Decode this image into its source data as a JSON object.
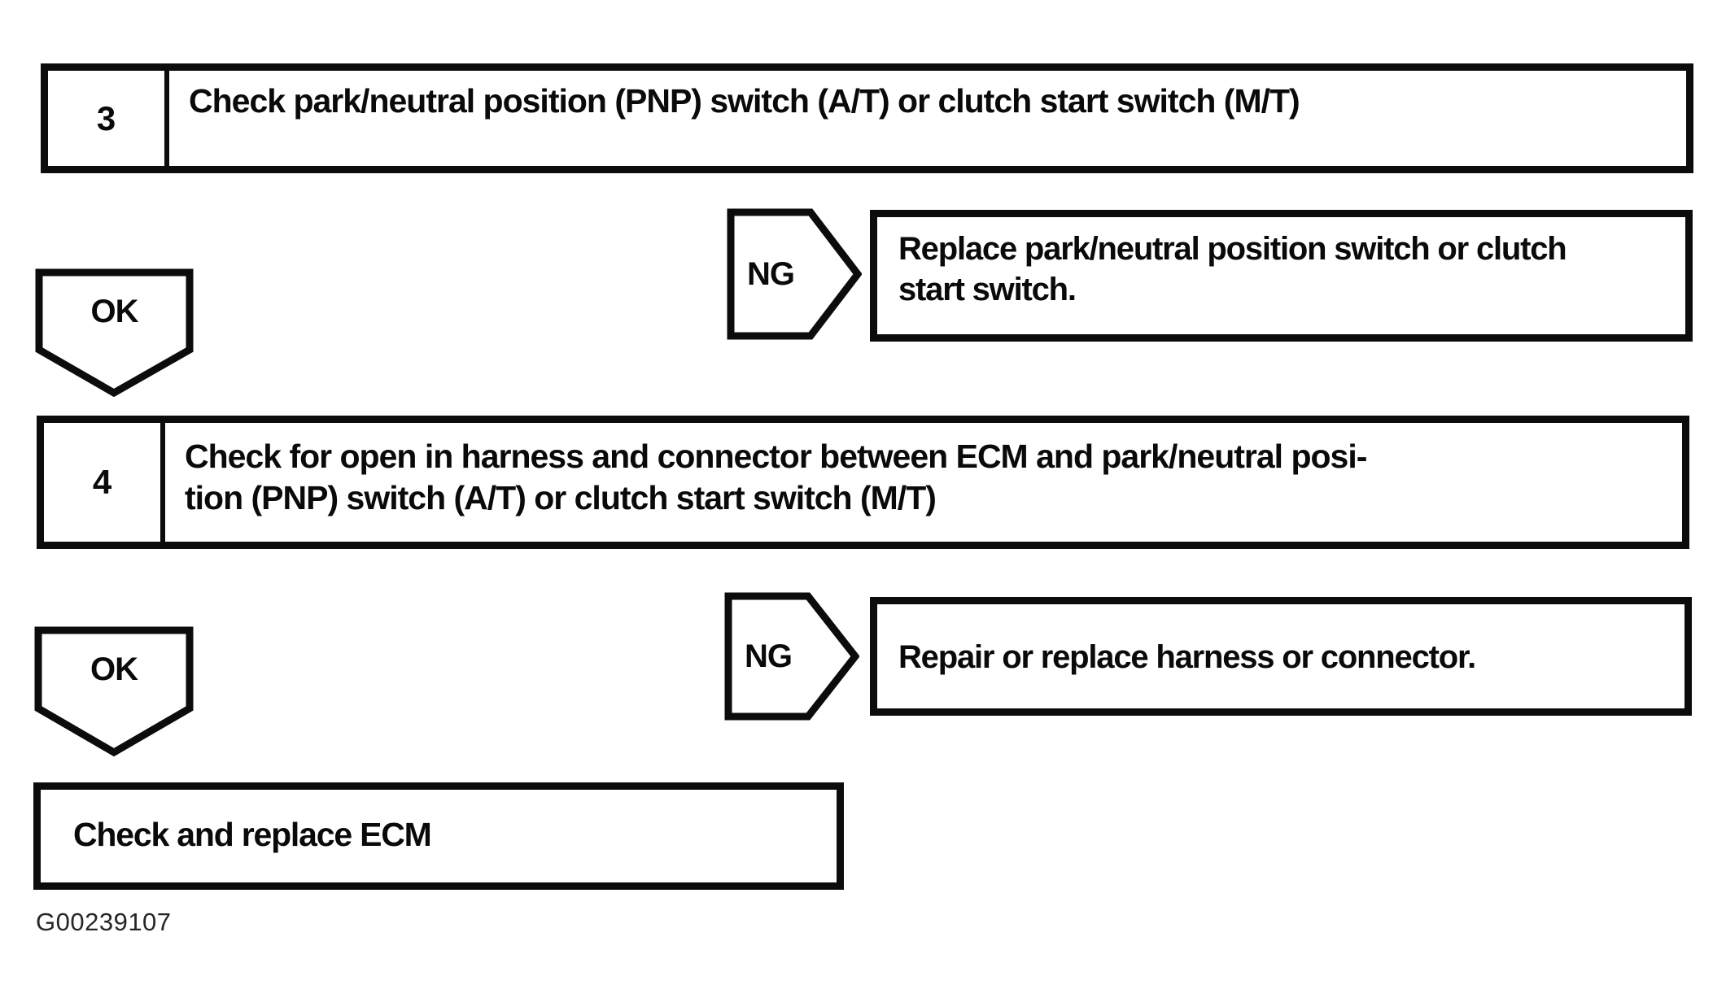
{
  "canvas": {
    "background": "#ffffff",
    "line_color": "#0c0c0c"
  },
  "labels": {
    "ok": "OK",
    "ng": "NG"
  },
  "steps": {
    "step3": {
      "number": "3",
      "lines": [
        "Check park/neutral position (PNP) switch (A/T) or clutch start switch (M/T)"
      ]
    },
    "step4": {
      "number": "4",
      "lines": [
        "Check for open in harness and connector between ECM and park/neutral posi-",
        "tion (PNP) switch (A/T) or clutch start switch (M/T)"
      ]
    }
  },
  "results": {
    "replace_switch": {
      "lines": [
        "Replace park/neutral position switch or clutch",
        "start switch."
      ]
    },
    "repair_harness": {
      "lines": [
        "Repair or replace harness or connector."
      ]
    }
  },
  "final_box": {
    "text": "Check and replace ECM"
  },
  "figure_code": "G00239107"
}
